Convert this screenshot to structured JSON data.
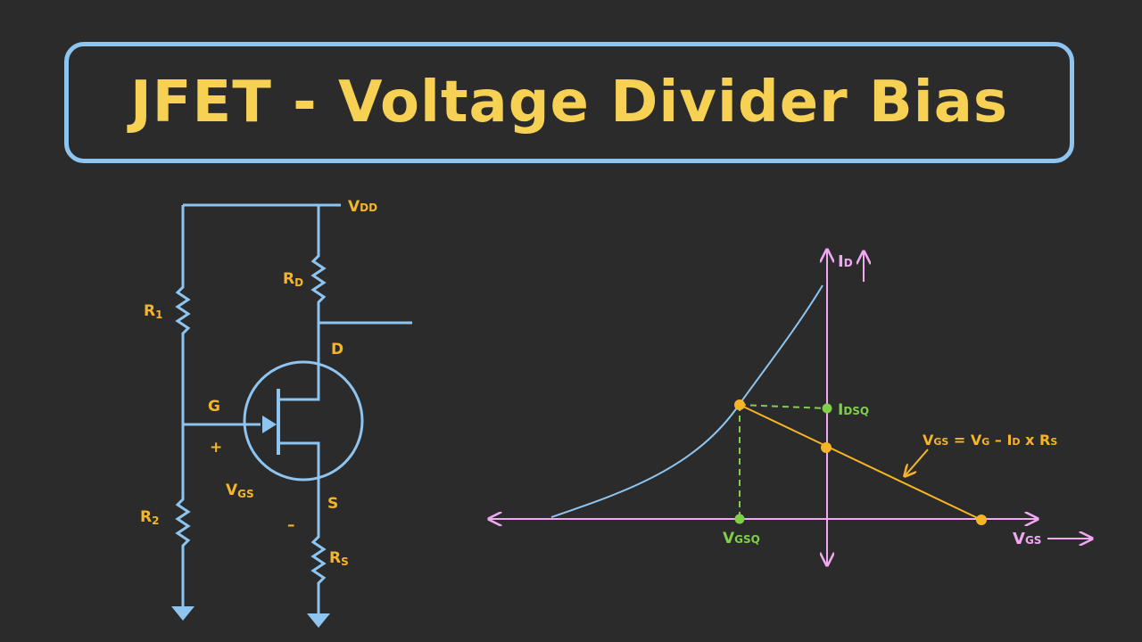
{
  "title": "JFET - Voltage Divider Bias",
  "colors": {
    "background": "#2b2b2b",
    "wire": "#8ec5f0",
    "label": "#f5b526",
    "axis": "#f0a8f0",
    "quiescent": "#7fcf4a",
    "curve": "#8ec5f0",
    "loadline": "#f5b526"
  },
  "circuit": {
    "vdd": {
      "main": "V",
      "sub": "DD"
    },
    "r1": {
      "main": "R",
      "sub": "1"
    },
    "r2": {
      "main": "R",
      "sub": "2"
    },
    "rd": {
      "main": "R",
      "sub": "D"
    },
    "rs": {
      "main": "R",
      "sub": "S"
    },
    "gate": "G",
    "drain": "D",
    "source": "S",
    "plus": "+",
    "minus": "–",
    "vgs": {
      "main": "V",
      "sub": "GS"
    }
  },
  "graph": {
    "y_axis": {
      "main": "I",
      "sub": "D"
    },
    "x_axis": {
      "main": "V",
      "sub": "GS"
    },
    "idsq": {
      "main": "I",
      "sub": "DSQ"
    },
    "vgsq": {
      "main": "V",
      "sub": "GSQ"
    },
    "equation": {
      "v1": "V",
      "s1": "GS",
      "eq": " = ",
      "v2": "V",
      "s2": "G",
      "minus": " – ",
      "i": "I",
      "s3": "D",
      "x": " x ",
      "r": "R",
      "s4": "S"
    }
  }
}
